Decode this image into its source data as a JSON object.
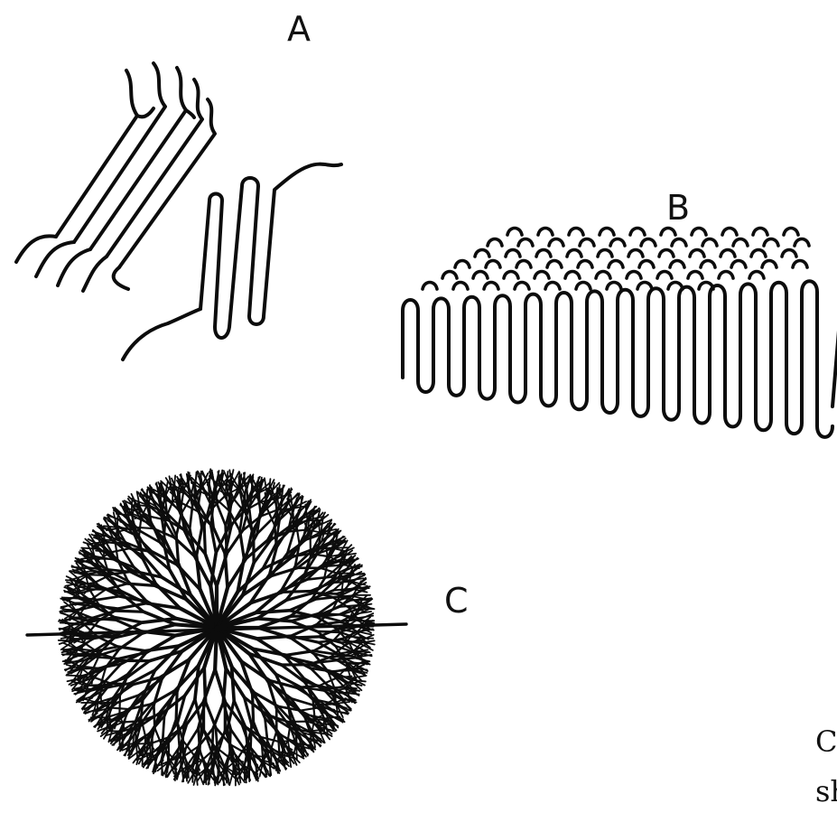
{
  "figure": {
    "panels": [
      {
        "id": "A",
        "label": "A"
      },
      {
        "id": "B",
        "label": "B"
      },
      {
        "id": "C",
        "label": "C"
      }
    ],
    "caption_fragment": [
      "C",
      "sh"
    ]
  }
}
